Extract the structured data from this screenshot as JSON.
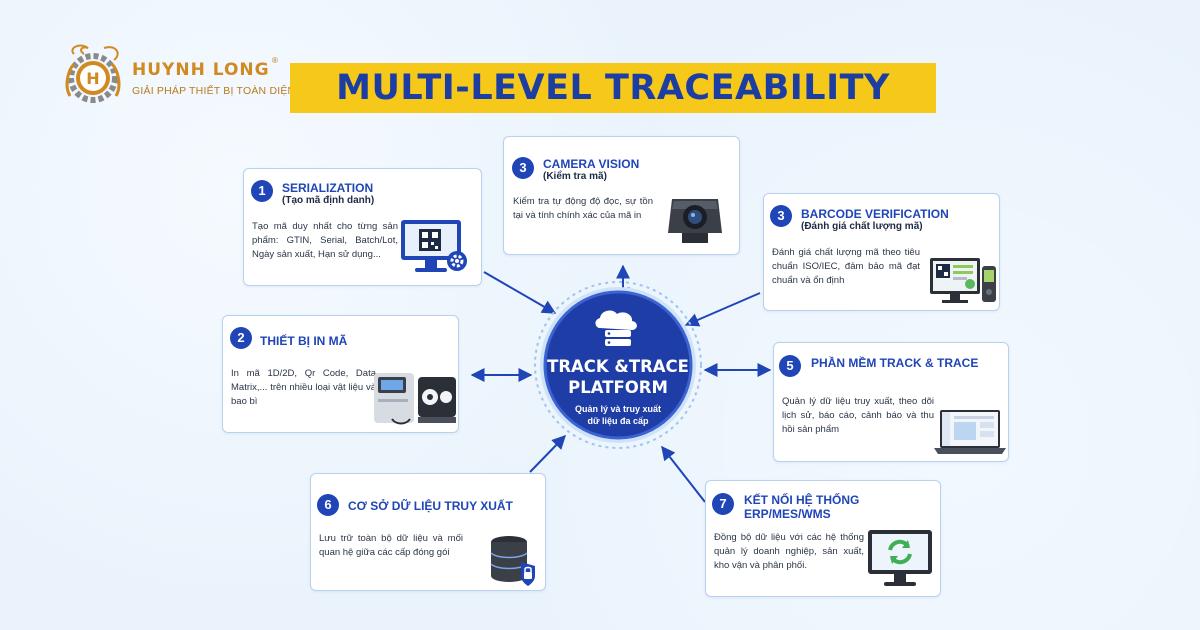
{
  "brand": {
    "name": "HUYNH LONG",
    "registered": "®",
    "tagline": "GIẢI PHÁP THIẾT BỊ TOÀN DIỆN"
  },
  "title": "MULTI-LEVEL TRACEABILITY",
  "center": {
    "title_line1": "TRACK &TRACE",
    "title_line2": "PLATFORM",
    "sub_line1": "Quản lý và truy xuất",
    "sub_line2": "dữ liệu đa cấp",
    "icon": "cloud-database-icon"
  },
  "cards": {
    "serialization": {
      "num": "1",
      "title": "SERIALIZATION",
      "sub": "(Tạo mã định danh)",
      "desc": "Tạo mã duy nhất cho từng sản phẩm: GTIN, Serial, Batch/Lot, Ngày sản xuất, Hạn sử dụng...",
      "icon": "monitor-qr-gear-icon"
    },
    "printer": {
      "num": "2",
      "title": "THIẾT BỊ IN MÃ",
      "desc": "In mã 1D/2D, Qr Code, Data Matrix,... trên nhiều loại vật liệu và bao bì",
      "icon": "printer-device-icon"
    },
    "camera": {
      "num": "3",
      "title": "CAMERA VISION",
      "sub": "(Kiểm tra mã)",
      "desc": "Kiểm tra tự động độ đọc, sự tồn tại và tính chính xác của mã in",
      "icon": "camera-icon"
    },
    "barcode": {
      "num": "3",
      "title": "BARCODE VERIFICATION",
      "sub": "(Đánh giá chất lượng mã)",
      "desc": "Đánh giá chất lượng mã theo tiêu chuẩn ISO/IEC, đảm bảo mã đạt chuẩn và ổn định",
      "icon": "barcode-verifier-icon"
    },
    "software": {
      "num": "5",
      "title": "PHẦN MỀM TRACK & TRACE",
      "desc": "Quản lý dữ liệu truy xuất, theo dõi lịch sử, báo cáo, cảnh báo và thu hồi sản phẩm",
      "icon": "laptop-dashboard-icon"
    },
    "database": {
      "num": "6",
      "title": "CƠ SỞ DỮ LIỆU TRUY XUẤT",
      "desc": "Lưu trữ toàn bộ dữ liệu và mối quan hệ giữa các cấp đóng gói",
      "icon": "database-lock-icon"
    },
    "erp": {
      "num": "7",
      "title_line1": "KẾT NỐI HỆ THỐNG",
      "title_line2": "ERP/MES/WMS",
      "desc": "Đồng bộ dữ liệu với các hệ thống quản lý doanh nghiệp, sản xuất, kho vận và phân phối.",
      "icon": "monitor-sync-icon"
    }
  },
  "colors": {
    "background": "#eaf3fc",
    "accent_blue": "#1f45b7",
    "title_bg": "#f6c81a",
    "brand_gold": "#d08a1f"
  }
}
